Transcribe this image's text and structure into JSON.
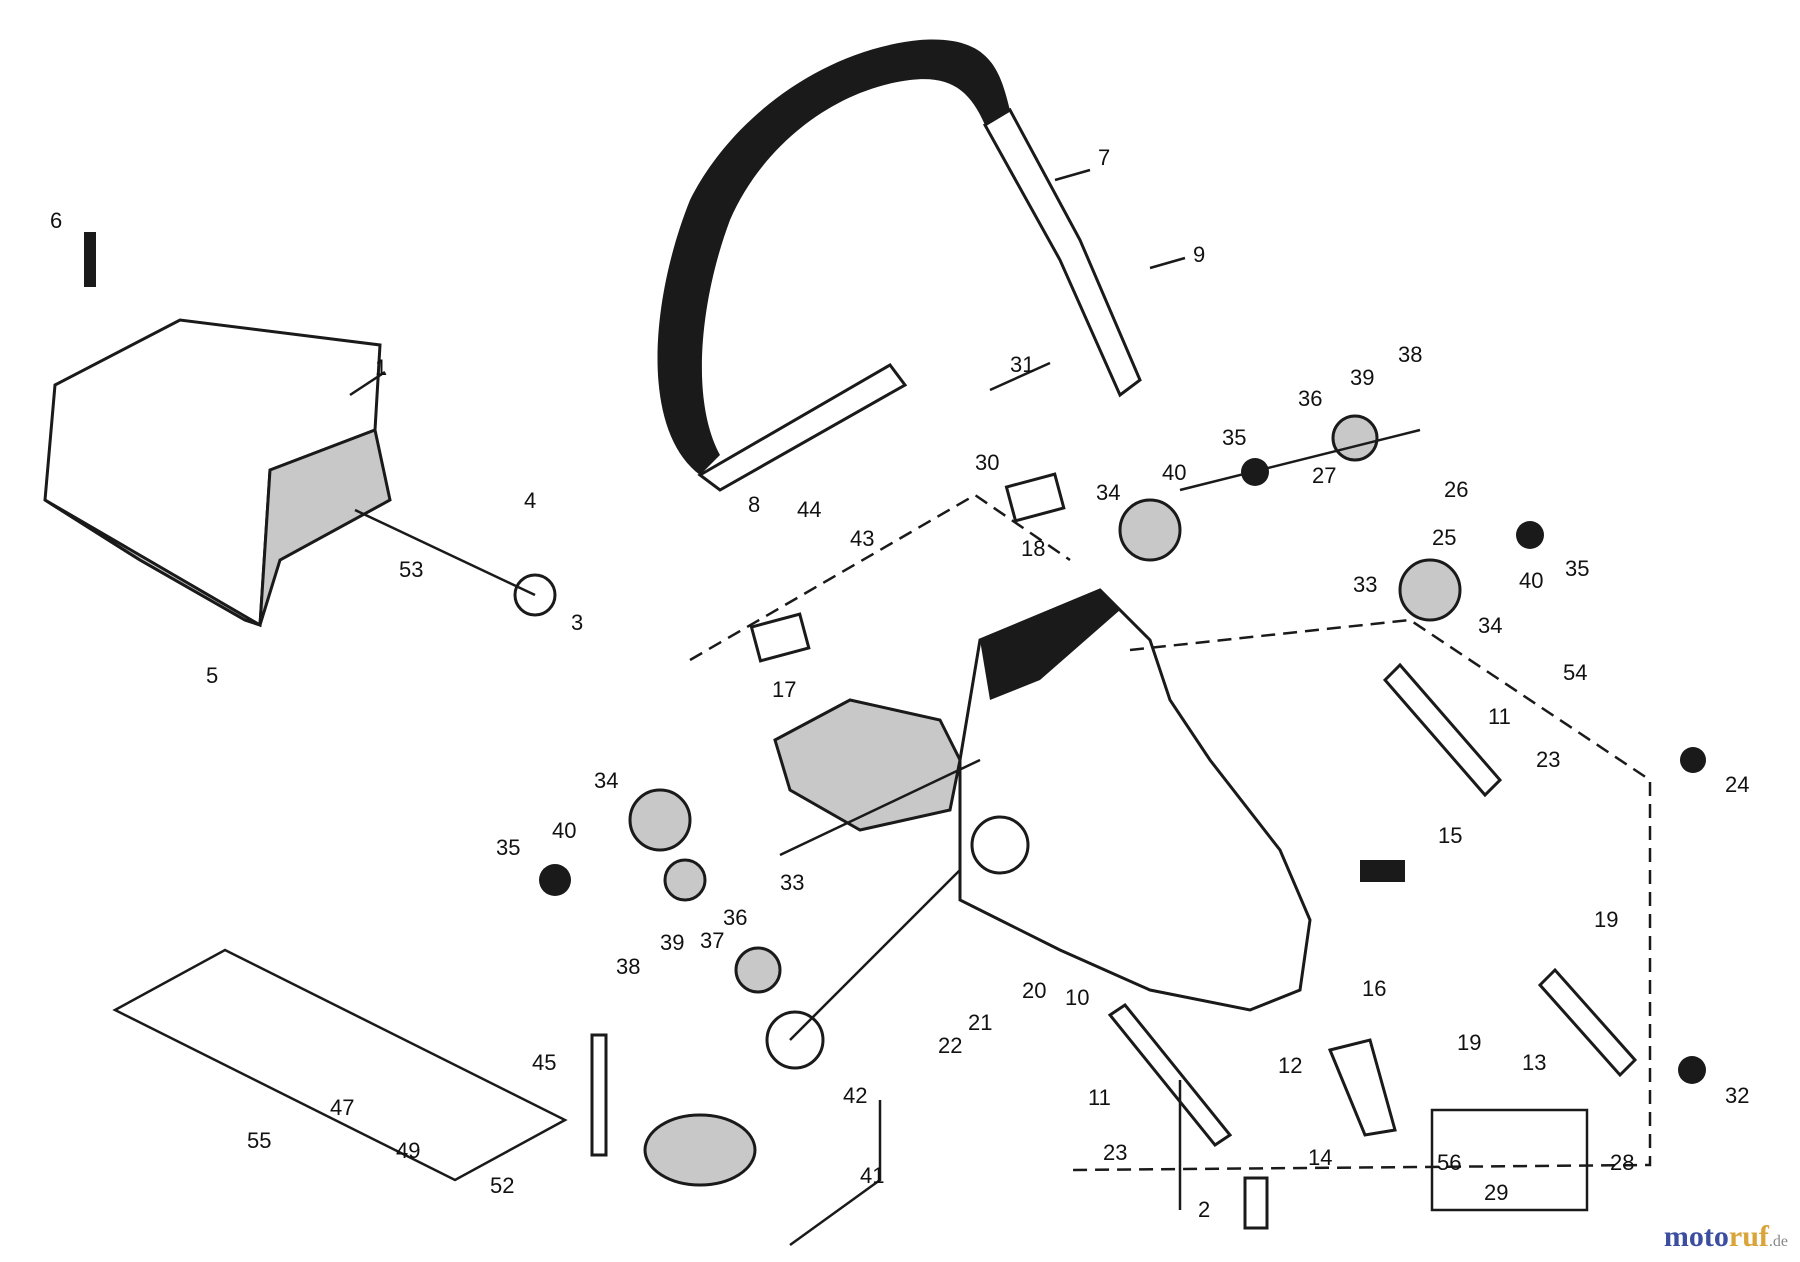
{
  "callouts": {
    "c1": "1",
    "c2": "2",
    "c3": "3",
    "c4": "4",
    "c5": "5",
    "c6": "6",
    "c7": "7",
    "c8": "8",
    "c9": "9",
    "c10": "10",
    "c11a": "11",
    "c11b": "11",
    "c12": "12",
    "c13": "13",
    "c14": "14",
    "c15": "15",
    "c16": "16",
    "c17": "17",
    "c18": "18",
    "c19a": "19",
    "c19b": "19",
    "c20": "20",
    "c21": "21",
    "c22": "22",
    "c23a": "23",
    "c23b": "23",
    "c24": "24",
    "c25": "25",
    "c26": "26",
    "c27": "27",
    "c28": "28",
    "c29": "29",
    "c30": "30",
    "c31": "31",
    "c32": "32",
    "c33a": "33",
    "c33b": "33",
    "c34a": "34",
    "c34b": "34",
    "c34c": "34",
    "c35a": "35",
    "c35b": "35",
    "c35c": "35",
    "c36a": "36",
    "c36b": "36",
    "c37": "37",
    "c38a": "38",
    "c38b": "38",
    "c39a": "39",
    "c39b": "39",
    "c40a": "40",
    "c40b": "40",
    "c40c": "40",
    "c41": "41",
    "c42": "42",
    "c43": "43",
    "c44": "44",
    "c45": "45",
    "c47": "47",
    "c49": "49",
    "c52": "52",
    "c53": "53",
    "c54": "54",
    "c55": "55",
    "c56": "56"
  },
  "watermark": {
    "part1": "moto",
    "part2": "ruf",
    "part3": ".de"
  }
}
